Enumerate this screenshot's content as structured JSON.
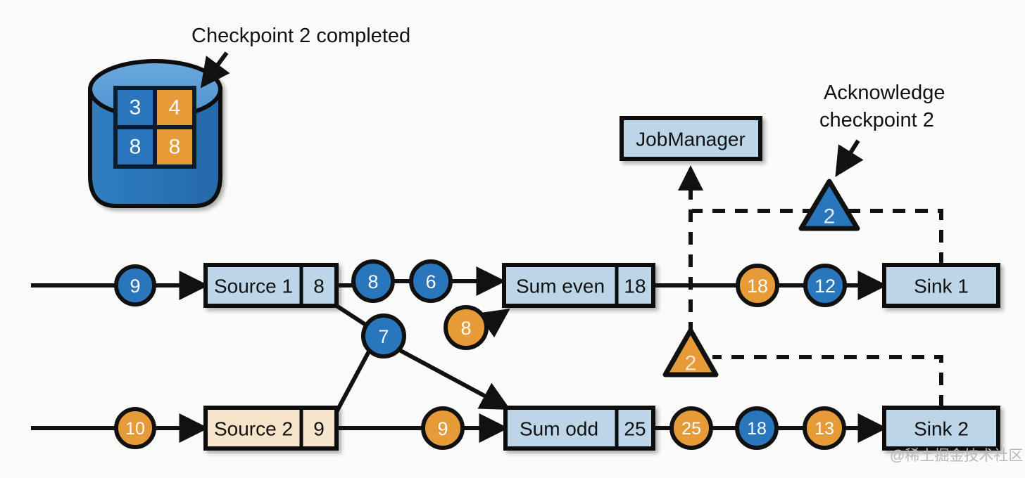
{
  "diagram": {
    "title_annotation": "Checkpoint 2 completed",
    "ack_annotation_line1": "Acknowledge",
    "ack_annotation_line2": "checkpoint 2",
    "watermark": "@稀土掘金技术社区"
  },
  "colors": {
    "blue_fill": "#2a76bd",
    "blue_fill_dark": "#2e75b6",
    "blue_top": "#5b9bd5",
    "orange_fill": "#e79b38",
    "box_blue": "#bcd6e8",
    "box_cream": "#f6e4cb",
    "stroke": "#111111",
    "text_white": "#ffffff",
    "text_dark": "#111111"
  },
  "storage": {
    "name": "checkpoint-storage",
    "cells": [
      {
        "value": "3",
        "color": "blue"
      },
      {
        "value": "4",
        "color": "orange"
      },
      {
        "value": "8",
        "color": "blue"
      },
      {
        "value": "8",
        "color": "orange"
      }
    ]
  },
  "job_manager": {
    "label": "JobManager"
  },
  "operators": {
    "source1": {
      "label": "Source 1",
      "state": "8",
      "color": "blue"
    },
    "source2": {
      "label": "Source 2",
      "state": "9",
      "color": "cream"
    },
    "sum_even": {
      "label": "Sum even",
      "state": "18",
      "color": "blue"
    },
    "sum_odd": {
      "label": "Sum odd",
      "state": "25",
      "color": "blue"
    },
    "sink1": {
      "label": "Sink 1",
      "color": "blue"
    },
    "sink2": {
      "label": "Sink 2",
      "color": "blue"
    }
  },
  "records": {
    "source1_input": {
      "value": "9",
      "color": "blue"
    },
    "source2_input": {
      "value": "10",
      "color": "orange"
    },
    "s1_out_a": {
      "value": "8",
      "color": "blue"
    },
    "s1_out_b": {
      "value": "6",
      "color": "blue"
    },
    "s1_out_c": {
      "value": "7",
      "color": "blue"
    },
    "s2_out_a": {
      "value": "8",
      "color": "orange"
    },
    "s2_out_b": {
      "value": "9",
      "color": "orange"
    },
    "even_out_a": {
      "value": "18",
      "color": "orange"
    },
    "even_out_b": {
      "value": "12",
      "color": "blue"
    },
    "odd_out_a": {
      "value": "25",
      "color": "orange"
    },
    "odd_out_b": {
      "value": "18",
      "color": "blue"
    },
    "odd_out_c": {
      "value": "13",
      "color": "orange"
    }
  },
  "barriers": {
    "barrier_blue": {
      "value": "2",
      "color": "blue"
    },
    "barrier_orange": {
      "value": "2",
      "color": "orange"
    }
  }
}
